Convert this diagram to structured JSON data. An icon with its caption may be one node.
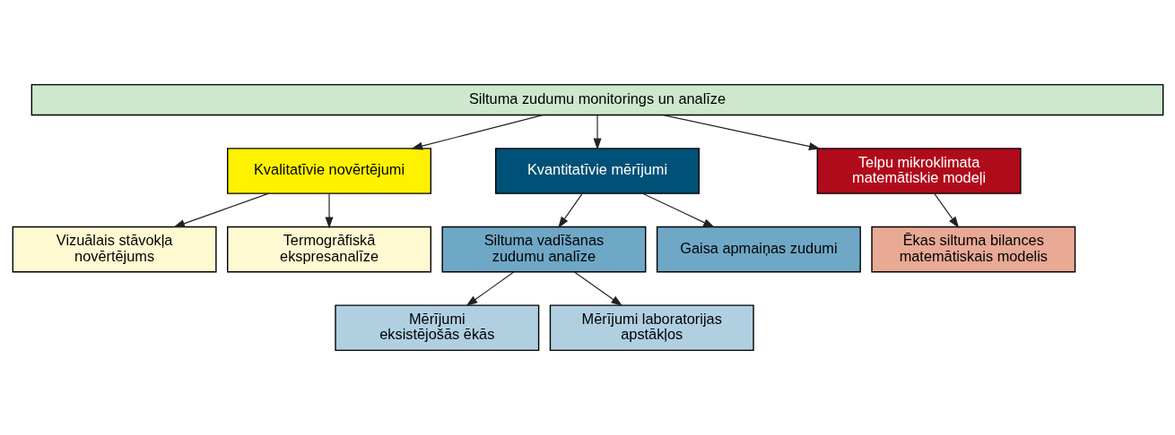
{
  "diagram": {
    "nodes": [
      {
        "text": [
          "Siltuma zudumu monitorings un analīze"
        ]
      },
      {
        "text": [
          "Kvalitatīvie novērtējumi"
        ]
      },
      {
        "text": [
          "Kvantitatīvie mērījumi"
        ]
      },
      {
        "text": [
          "Telpu mikroklimata matemātiskie modeļi"
        ]
      },
      {
        "text": [
          "Vizuālais stāvokļa novērtējums"
        ]
      },
      {
        "text": [
          "Termogrāfiskā ekspresanalīze"
        ]
      },
      {
        "text": [
          "Siltuma vadīšanas zudumu analīze"
        ]
      },
      {
        "text": [
          "Gaisa apmaiņas zudumi"
        ]
      },
      {
        "text": [
          "Ēkas siltuma bilances matemātiskais modelis"
        ]
      },
      {
        "text": [
          "Mērījumi eksistējošās ēkās"
        ]
      },
      {
        "text": [
          "Mērījumi laboratorijas apstākļos"
        ]
      }
    ],
    "edges": [
      {
        "from": 0,
        "to": 1,
        "arrow": "to"
      },
      {
        "from": 0,
        "to": 2,
        "arrow": "to"
      },
      {
        "from": 0,
        "to": 3,
        "arrow": "to"
      },
      {
        "from": 1,
        "to": 4,
        "arrow": "to"
      },
      {
        "from": 1,
        "to": 5,
        "arrow": "to"
      },
      {
        "from": 2,
        "to": 6,
        "arrow": "to"
      },
      {
        "from": 2,
        "to": 7,
        "arrow": "to"
      },
      {
        "from": 3,
        "to": 8,
        "arrow": "to"
      },
      {
        "from": 6,
        "to": 9,
        "arrow": "to"
      },
      {
        "from": 6,
        "to": 10,
        "arrow": "to"
      }
    ]
  }
}
